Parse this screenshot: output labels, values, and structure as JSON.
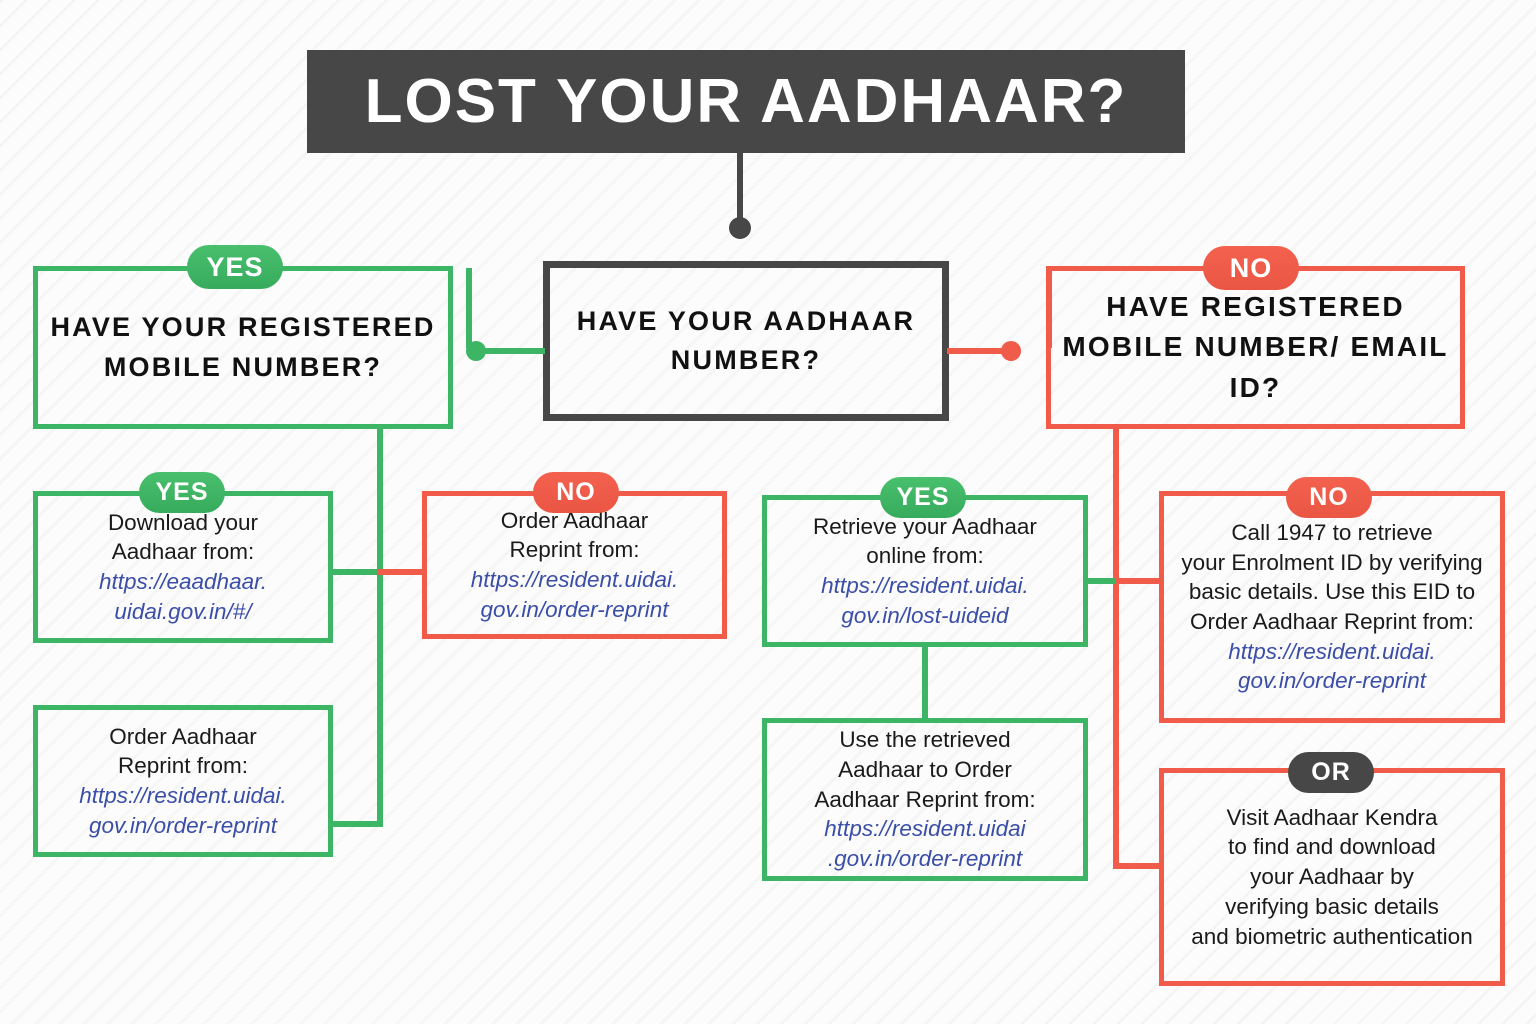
{
  "title": "LOST YOUR AADHAAR?",
  "colors": {
    "dark": "#474747",
    "green": "#3cb664",
    "red": "#f05b4a",
    "link": "#3a4ea8",
    "background": "#fcfcfc"
  },
  "badges": {
    "yes": "YES",
    "no": "NO",
    "or": "OR"
  },
  "decisions": {
    "root": {
      "line1": "HAVE",
      "line2": "YOUR AADHAAR",
      "line3": "NUMBER?"
    },
    "left": {
      "line1": "HAVE YOUR",
      "line2": "REGISTERED",
      "line3": "MOBILE NUMBER?"
    },
    "right": {
      "line1": "HAVE REGISTERED",
      "line2": "MOBILE NUMBER/",
      "line3": "EMAIL ID?"
    }
  },
  "actions": {
    "download_aadhaar": {
      "line1": "Download your",
      "line2": "Aadhaar from:",
      "url1": "https://eaadhaar.",
      "url2": "uidai.gov.in/#/"
    },
    "order_reprint_left": {
      "line1": "Order Aadhaar",
      "line2": "Reprint from:",
      "url1": "https://resident.uidai.",
      "url2": "gov.in/order-reprint"
    },
    "order_reprint_no": {
      "line1": "Order Aadhaar",
      "line2": "Reprint from:",
      "url1": "https://resident.uidai.",
      "url2": "gov.in/order-reprint"
    },
    "retrieve_online": {
      "line1": "Retrieve your Aadhaar",
      "line2": "online from:",
      "url1": "https://resident.uidai.",
      "url2": "gov.in/lost-uideid"
    },
    "use_retrieved": {
      "line1": "Use the retrieved",
      "line2": "Aadhaar to Order",
      "line3": "Aadhaar Reprint from:",
      "url1": "https://resident.uidai",
      "url2": ".gov.in/order-reprint"
    },
    "call_1947": {
      "line1": "Call 1947 to retrieve",
      "line2": "your Enrolment ID by verifying",
      "line3": "basic details. Use this EID to",
      "line4": "Order Aadhaar Reprint from:",
      "url1": "https://resident.uidai.",
      "url2": "gov.in/order-reprint"
    },
    "visit_kendra": {
      "line1": "Visit Aadhaar Kendra",
      "line2": "to find and download",
      "line3": "your Aadhaar by",
      "line4": "verifying basic details",
      "line5": "and biometric authentication"
    }
  }
}
